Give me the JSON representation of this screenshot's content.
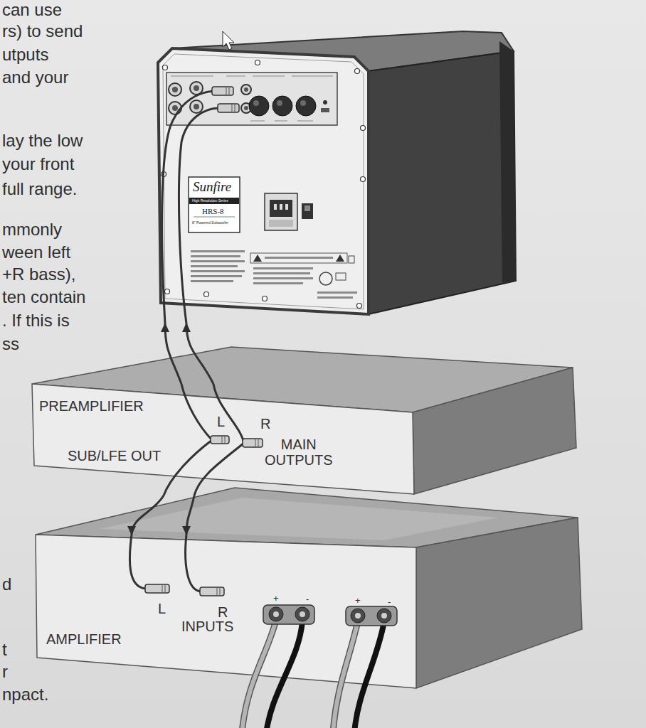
{
  "diagram": {
    "nodes": [
      {
        "text": [
          "Sunfire",
          "High Resolution Series",
          "HRS-8",
          "8\" Powered Subwoofer"
        ]
      },
      {
        "text": [
          "PREAMPLIFIER",
          "L",
          "R",
          "SUB/LFE OUT",
          "MAIN OUTPUTS"
        ]
      },
      {
        "text": [
          "L",
          "R",
          "INPUTS",
          "AMPLIFIER"
        ]
      }
    ],
    "edges": [
      {
        "from": 1,
        "to": 0,
        "arrow": "to"
      },
      {
        "from": 1,
        "to": 0,
        "arrow": "to"
      },
      {
        "from": 1,
        "to": 2,
        "arrow": "to"
      },
      {
        "from": 1,
        "to": 2,
        "arrow": "to"
      }
    ],
    "labels": [
      "can use",
      "rs) to send",
      "utputs",
      "and your",
      "lay the low",
      "your front",
      "full range.",
      "mmonly",
      "ween left",
      "+R bass),",
      "ten contain",
      ". If this is",
      "ss",
      "d",
      "t",
      "r",
      "npact.",
      "+",
      "-",
      "+",
      "-"
    ]
  }
}
